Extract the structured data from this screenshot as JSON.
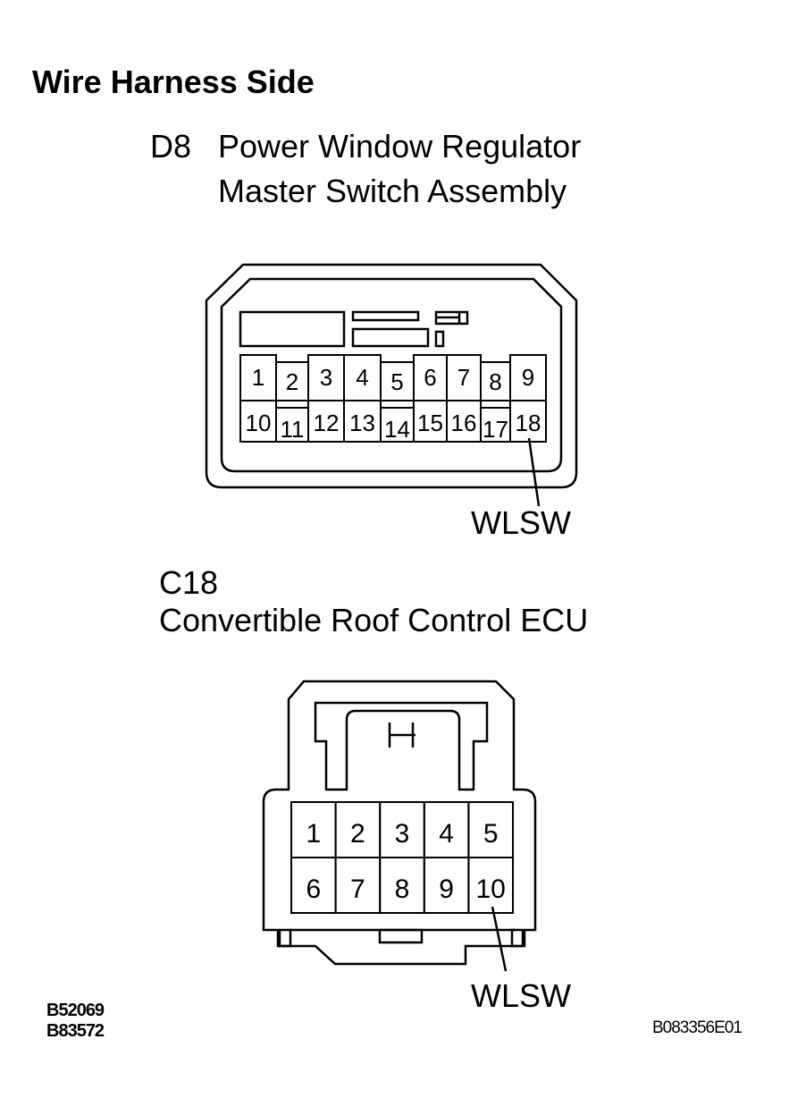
{
  "heading": "Wire Harness Side",
  "connector_d8": {
    "code": "D8",
    "name_line1": "Power Window Regulator",
    "name_line2": "Master Switch Assembly",
    "pins_top": [
      "1",
      "2",
      "3",
      "4",
      "5",
      "6",
      "7",
      "8",
      "9"
    ],
    "pins_bottom": [
      "10",
      "11",
      "12",
      "13",
      "14",
      "15",
      "16",
      "17",
      "18"
    ],
    "terminal_label": "WLSW"
  },
  "connector_c18": {
    "code": "C18",
    "name": "Convertible Roof Control ECU",
    "pins_top": [
      "1",
      "2",
      "3",
      "4",
      "5"
    ],
    "pins_bottom": [
      "6",
      "7",
      "8",
      "9",
      "10"
    ],
    "terminal_label": "WLSW"
  },
  "ref_codes": [
    "B52069",
    "B83572"
  ],
  "figure_id": "B083356E01"
}
